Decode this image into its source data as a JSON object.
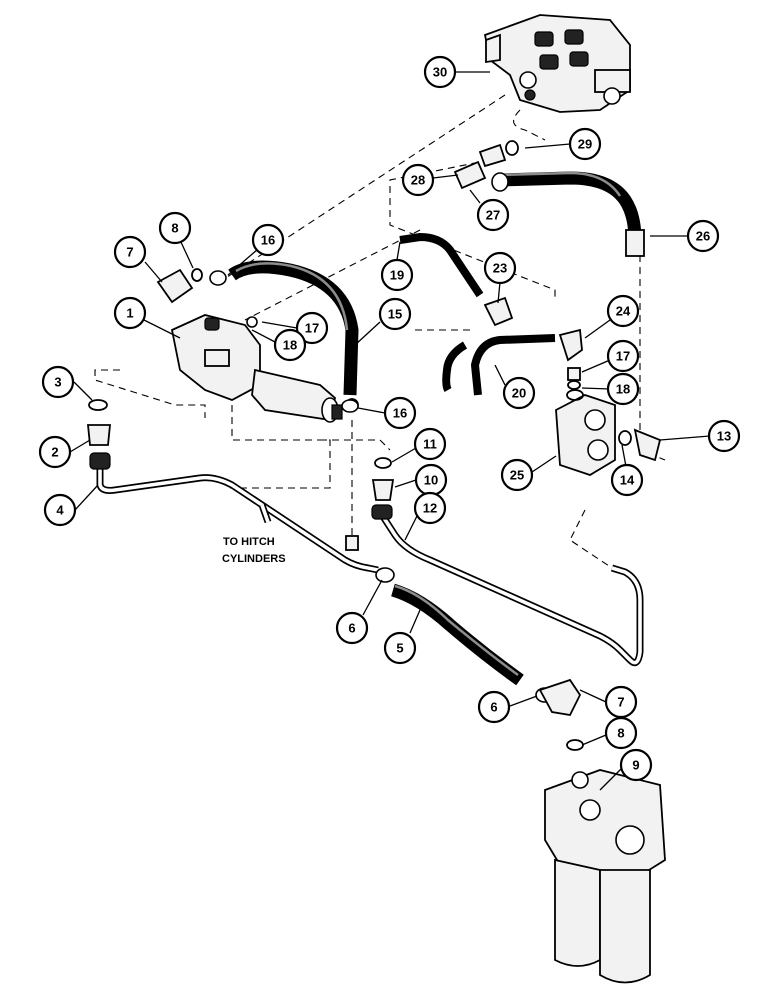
{
  "diagram": {
    "note_line1": "TO HITCH",
    "note_line2": "CYLINDERS",
    "callouts": [
      {
        "id": "c30",
        "label": "30"
      },
      {
        "id": "c29",
        "label": "29"
      },
      {
        "id": "c28",
        "label": "28"
      },
      {
        "id": "c27",
        "label": "27"
      },
      {
        "id": "c26",
        "label": "26"
      },
      {
        "id": "c8a",
        "label": "8"
      },
      {
        "id": "c7a",
        "label": "7"
      },
      {
        "id": "c16a",
        "label": "16"
      },
      {
        "id": "c19",
        "label": "19"
      },
      {
        "id": "c23",
        "label": "23"
      },
      {
        "id": "c1",
        "label": "1"
      },
      {
        "id": "c17a",
        "label": "17"
      },
      {
        "id": "c15",
        "label": "15"
      },
      {
        "id": "c18a",
        "label": "18"
      },
      {
        "id": "c24",
        "label": "24"
      },
      {
        "id": "c17b",
        "label": "17"
      },
      {
        "id": "c20",
        "label": "20"
      },
      {
        "id": "c18b",
        "label": "18"
      },
      {
        "id": "c3",
        "label": "3"
      },
      {
        "id": "c16b",
        "label": "16"
      },
      {
        "id": "c2",
        "label": "2"
      },
      {
        "id": "c11",
        "label": "11"
      },
      {
        "id": "c13",
        "label": "13"
      },
      {
        "id": "c25",
        "label": "25"
      },
      {
        "id": "c14",
        "label": "14"
      },
      {
        "id": "c10",
        "label": "10"
      },
      {
        "id": "c4",
        "label": "4"
      },
      {
        "id": "c12",
        "label": "12"
      },
      {
        "id": "c6a",
        "label": "6"
      },
      {
        "id": "c5",
        "label": "5"
      },
      {
        "id": "c6b",
        "label": "6"
      },
      {
        "id": "c7b",
        "label": "7"
      },
      {
        "id": "c8b",
        "label": "8"
      },
      {
        "id": "c9",
        "label": "9"
      }
    ]
  }
}
